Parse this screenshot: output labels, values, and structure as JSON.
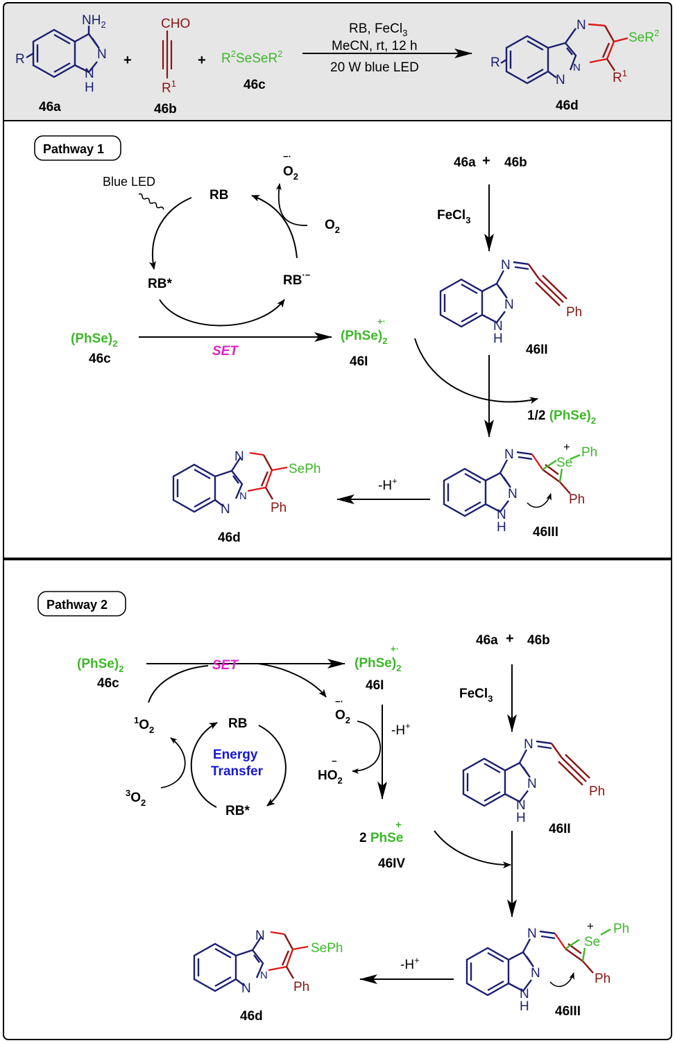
{
  "header": {
    "reactant_a": {
      "label": "46a",
      "nh2": "NH",
      "nh2_sub": "2",
      "r": "R",
      "n": "N",
      "nh": "N",
      "h": "H"
    },
    "plus": "+",
    "reactant_b": {
      "label": "46b",
      "cho": "CHO",
      "r1": "R",
      "r1_sup": "1"
    },
    "reactant_c": {
      "label": "46c",
      "formula_a": "R",
      "sup_a": "2",
      "formula_b": "SeSeR",
      "sup_b": "2"
    },
    "conditions": {
      "line1_a": "RB, FeCl",
      "line1_sub": "3",
      "line2": "MeCN, rt, 12 h",
      "line3": "20 W blue LED"
    },
    "product": {
      "label": "46d",
      "ser2": "SeR",
      "ser2_sup": "2",
      "r": "R",
      "r1": "R",
      "r1_sup": "1",
      "n": "N"
    }
  },
  "pathway1": {
    "title": "Pathway 1",
    "blue_led": "Blue LED",
    "rb": "RB",
    "rb_star": "RB*",
    "rb_radical_anion": "RB",
    "rb_radical_anion_sup": "·−",
    "o2_text": "O",
    "o2_sub": "2",
    "superoxide_text": "O",
    "superoxide_sub": "2",
    "superoxide_sup": "−·",
    "reagent": {
      "text": "(PhSe)",
      "sub": "2",
      "label": "46c"
    },
    "set": "SET",
    "radical_cation": {
      "text": "(PhSe)",
      "sub": "2",
      "sup": "+·",
      "label": "46I"
    },
    "start_a": "46a",
    "start_plus": "+",
    "start_b": "46b",
    "fecl3": "FeCl",
    "fecl3_sub": "3",
    "intermediate_II": {
      "label": "46II",
      "ph": "Ph",
      "n": "N",
      "h": "H"
    },
    "byproduct": {
      "prefix": "1/2 ",
      "text": "(PhSe)",
      "sub": "2"
    },
    "intermediate_III": {
      "label": "46III",
      "se": "Se",
      "se_plus": "+",
      "ph_se": "Ph",
      "ph": "Ph",
      "n": "N",
      "h": "H"
    },
    "deprotonation": "-H",
    "deprotonation_sup": "+",
    "product": {
      "label": "46d",
      "seph": "SePh",
      "ph": "Ph",
      "n": "N"
    }
  },
  "pathway2": {
    "title": "Pathway 2",
    "reagent": {
      "text": "(PhSe)",
      "sub": "2",
      "label": "46c"
    },
    "set": "SET",
    "radical_cation": {
      "text": "(PhSe)",
      "sub": "2",
      "sup": "+·",
      "label": "46I"
    },
    "superoxide_text": "O",
    "superoxide_sub": "2",
    "superoxide_sup": "−·",
    "deprotonation_mid": "-H",
    "deprotonation_mid_sup": "+",
    "hydroperoxide_text": "HO",
    "hydroperoxide_sub": "2",
    "hydroperoxide_sup": "−",
    "singlet_o2": {
      "sup": "1",
      "text": "O",
      "sub": "2"
    },
    "triplet_o2": {
      "sup": "3",
      "text": "O",
      "sub": "2"
    },
    "rb": "RB",
    "rb_star": "RB*",
    "energy_transfer_line1": "Energy",
    "energy_transfer_line2": "Transfer",
    "selenium_cation": {
      "prefix": "2 ",
      "text": "PhSe",
      "sup": "+",
      "label": "46IV"
    },
    "start_a": "46a",
    "start_plus": "+",
    "start_b": "46b",
    "fecl3": "FeCl",
    "fecl3_sub": "3",
    "intermediate_II": {
      "label": "46II",
      "ph": "Ph",
      "n": "N",
      "h": "H"
    },
    "intermediate_III": {
      "label": "46III",
      "se": "Se",
      "se_plus": "+",
      "ph_se": "Ph",
      "ph": "Ph",
      "n": "N",
      "h": "H"
    },
    "deprotonation": "-H",
    "deprotonation_sup": "+",
    "product": {
      "label": "46d",
      "seph": "SePh",
      "ph": "Ph",
      "n": "N"
    }
  },
  "colors": {
    "navy": "#1a1f6e",
    "maroon": "#8b1414",
    "green": "#3cb828",
    "magenta": "#e020c8",
    "blue": "#1515dd",
    "red": "#e01818",
    "header_bg": "#e6e6e6",
    "black": "#000000"
  }
}
